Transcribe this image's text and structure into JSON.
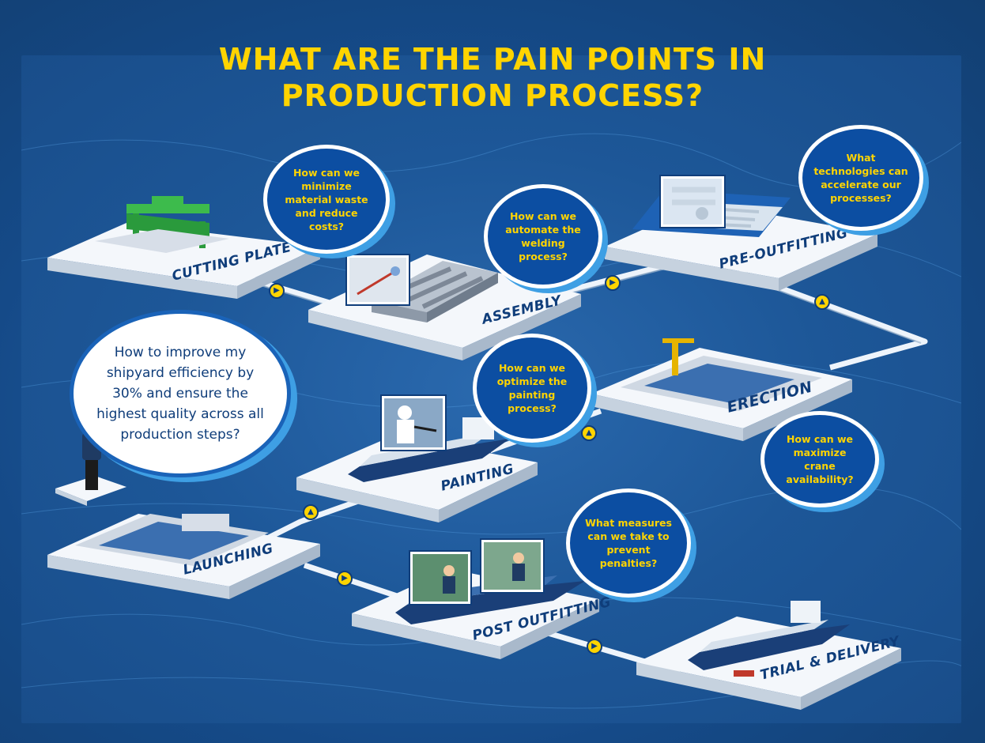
{
  "title": {
    "line1": "WHAT ARE THE PAIN POINTS IN",
    "line2": "PRODUCTION PROCESS?"
  },
  "steps": {
    "cutting_plate": "CUTTING PLATE",
    "assembly": "ASSEMBLY",
    "pre_outfitting": "PRE-OUTFITTING",
    "erection": "ERECTION",
    "painting": "PAINTING",
    "launching": "LAUNCHING",
    "post_outfitting": "POST OUTFITTING",
    "trial_delivery": "TRIAL & DELIVERY"
  },
  "questions": {
    "cutting_plate": "How can we minimize material waste and reduce costs?",
    "assembly": "How can we automate the welding process?",
    "pre_outfitting": "What technologies can accelerate our processes?",
    "painting": "How can we optimize the painting process?",
    "erection": "How can we maximize crane availability?",
    "post_outfitting": "What measures can we take to prevent penalties?"
  },
  "main_question": {
    "before": "How to improve my shipyard efficiency by",
    "highlight": "30%",
    "after": "and ensure the highest quality across all production steps?"
  },
  "colors": {
    "accent_yellow": "#ffd400",
    "bubble_blue": "#0c4ea2",
    "label_navy": "#0f3d7a",
    "background": "#1c5699"
  },
  "icons": [
    "arrow-icon",
    "worker-icon",
    "ship-icon",
    "crane-icon",
    "welding-icon",
    "painter-icon"
  ]
}
